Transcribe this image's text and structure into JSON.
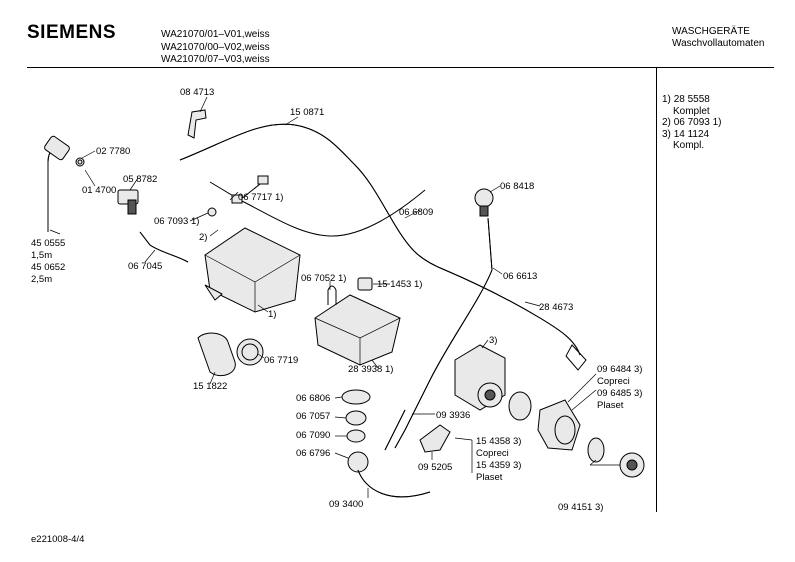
{
  "brand": "SIEMENS",
  "models": [
    "WA21070/01–V01,weiss",
    "WA21070/00–V02,weiss",
    "WA21070/07–V03,weiss"
  ],
  "category": [
    "WASCHGERÄTE",
    "Waschvollautomaten"
  ],
  "legend": [
    {
      "key": "1)",
      "value": "28 5558",
      "sub": "Komplet"
    },
    {
      "key": "2)",
      "value": "06 7093 1)",
      "sub": ""
    },
    {
      "key": "3)",
      "value": "14 1124",
      "sub": "Kompl."
    }
  ],
  "footer": "e221008-4/4",
  "labels": [
    "08 4713",
    "15 0871",
    "02 7780",
    "01 4700",
    "05 8782",
    "06 7717  1)",
    "06 7093  1)",
    "2)",
    "06 6809",
    "06 8418",
    "45 0555",
    "1,5m",
    "45 0652",
    "2,5m",
    "06 7045",
    "06 7052  1)",
    "15 1453  1)",
    "06 6613",
    "1)",
    "28 4673",
    "06 7719",
    "15 1822",
    "28 3938  1)",
    "3)",
    "09 6484 3)",
    "Copreci",
    "09 6485 3)",
    "Plaset",
    "06 6806",
    "06 7057",
    "06 7090",
    "06 6796",
    "09 3936",
    "15 4358 3)",
    "Copreci",
    "15 4359 3)",
    "Plaset",
    "09 5205",
    "09 3400",
    "09 4151  3)"
  ]
}
